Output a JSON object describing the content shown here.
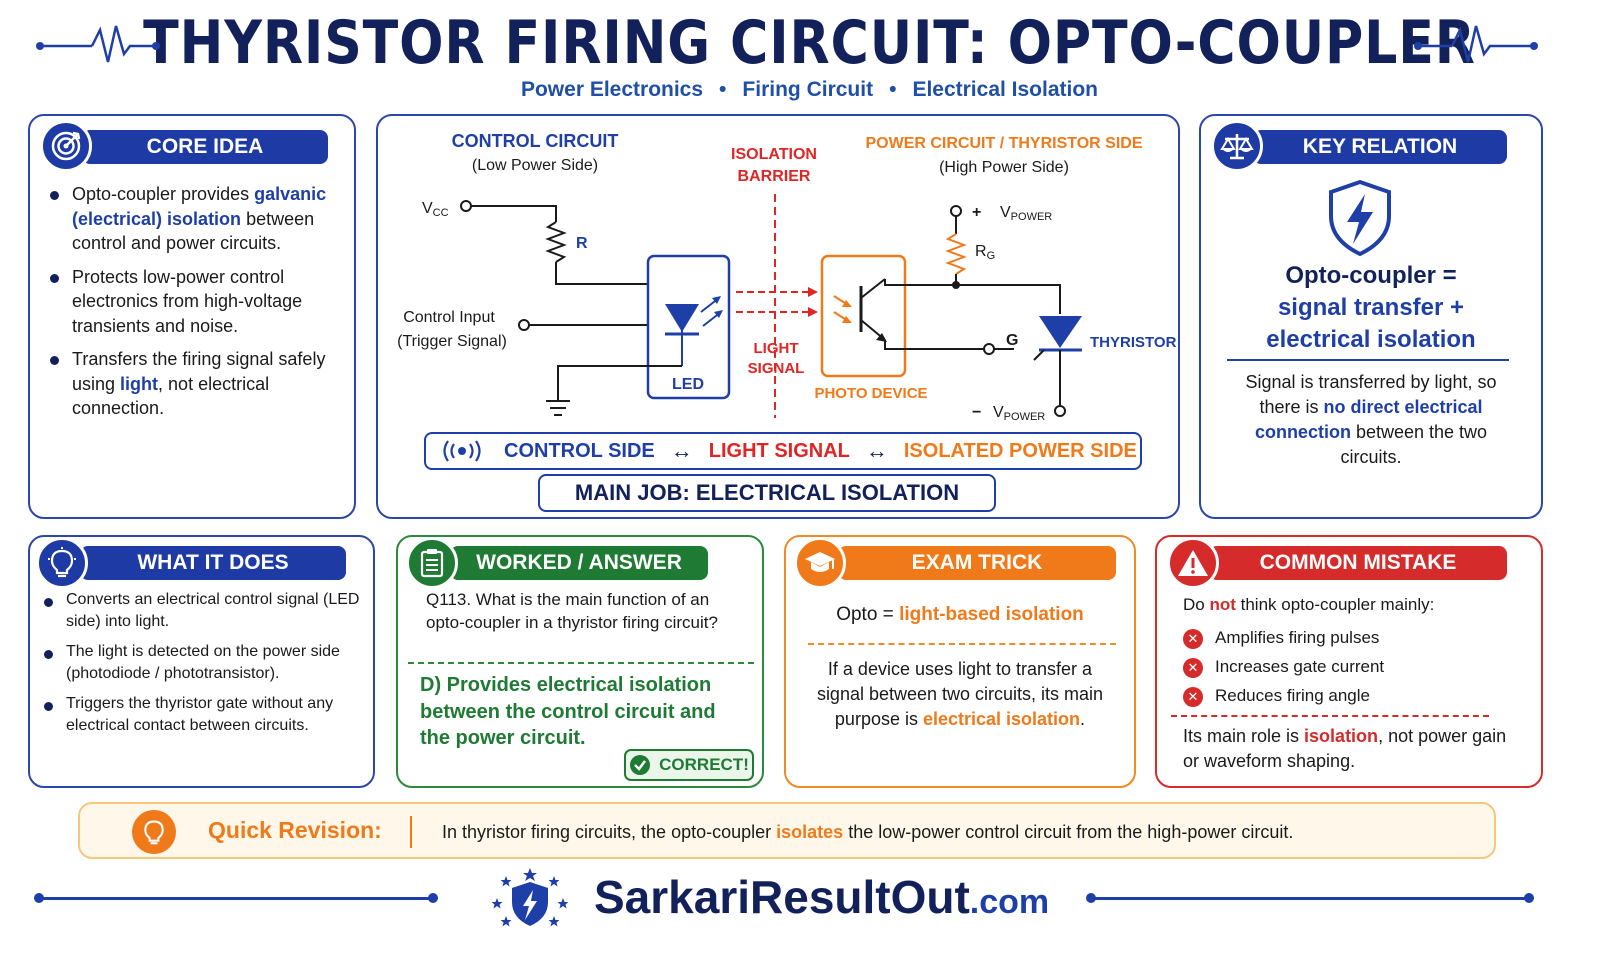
{
  "header": {
    "title": "THYRISTOR FIRING CIRCUIT: OPTO-COUPLER",
    "tags": [
      "Power Electronics",
      "Firing Circuit",
      "Electrical Isolation"
    ],
    "tag_separator": "•"
  },
  "core_idea": {
    "title": "CORE IDEA",
    "b1_pre": "Opto-coupler provides ",
    "b1_hl": "galvanic (electrical) isolation",
    "b1_post": " between control and power circuits.",
    "b2": "Protects low-power control electronics from high-voltage transients and noise.",
    "b3_pre": "Transfers the firing signal safely using ",
    "b3_hl": "light",
    "b3_post": ", not electrical connection."
  },
  "circuit": {
    "control_title": "CONTROL CIRCUIT",
    "control_sub": "(Low Power Side)",
    "isolation_1": "ISOLATION",
    "isolation_2": "BARRIER",
    "power_title": "POWER CIRCUIT / THYRISTOR SIDE",
    "power_sub": "(High Power Side)",
    "vcc_main": "V",
    "vcc_sub": "CC",
    "r_label": "R",
    "control_input": "Control Input",
    "trigger_signal": "(Trigger Signal)",
    "led_label": "LED",
    "light_1": "LIGHT",
    "light_2": "SIGNAL",
    "photo_label": "PHOTO DEVICE",
    "vpower_plus_sign": "+",
    "vpower_main": "V",
    "vpower_sub": "POWER",
    "rg_main": "R",
    "rg_sub": "G",
    "g_label": "G",
    "thyristor_label": "THYRISTOR",
    "vpower_minus_sign": "−",
    "flow_control": "CONTROL SIDE",
    "flow_arrow": "↔",
    "flow_light": "LIGHT SIGNAL",
    "flow_power": "ISOLATED POWER SIDE",
    "main_job": "MAIN JOB: ELECTRICAL ISOLATION",
    "colors": {
      "blue": "#1f3fa8",
      "orange": "#f07a1a",
      "red": "#e02525"
    }
  },
  "key_relation": {
    "title": "KEY RELATION",
    "eq_1": "Opto-coupler =",
    "eq_2": "signal transfer +",
    "eq_3": "electrical isolation",
    "d_pre": "Signal is transferred by light, so there is ",
    "d_hl": "no direct electrical connection",
    "d_post": " between the two circuits."
  },
  "what_it_does": {
    "title": "WHAT IT DOES",
    "items": [
      "Converts an electrical control signal (LED side) into light.",
      "The light is detected on the power side (photodiode / phototransistor).",
      "Triggers the thyristor gate without any electrical contact between circuits."
    ]
  },
  "worked": {
    "title": "WORKED / ANSWER",
    "question": "Q113. What is the main function of an opto-coupler in a thyristor firing circuit?",
    "answer": "D) Provides electrical isolation between the control circuit and the power circuit.",
    "badge": "CORRECT!"
  },
  "exam_trick": {
    "title": "EXAM TRICK",
    "line_pre": "Opto = ",
    "line_hl": "light-based isolation",
    "text_pre": "If a device uses light to transfer a signal between two circuits, its main purpose is ",
    "text_hl": "electrical isolation",
    "text_post": "."
  },
  "mistake": {
    "title": "COMMON MISTAKE",
    "intro_pre": "Do ",
    "intro_hl": "not",
    "intro_post": " think opto-coupler mainly:",
    "x_mark": "✕",
    "items": [
      "Amplifies firing pulses",
      "Increases gate current",
      "Reduces firing angle"
    ],
    "footer_pre": "Its main role is ",
    "footer_hl": "isolation",
    "footer_post": ", not power gain or waveform shaping."
  },
  "revision": {
    "label": "Quick Revision:",
    "text_pre": "In thyristor firing circuits, the opto-coupler ",
    "text_hl": "isolates",
    "text_post": " the low-power control circuit from the high-power circuit."
  },
  "footer": {
    "brand": "SarkariResultOut",
    "tld": ".com"
  }
}
